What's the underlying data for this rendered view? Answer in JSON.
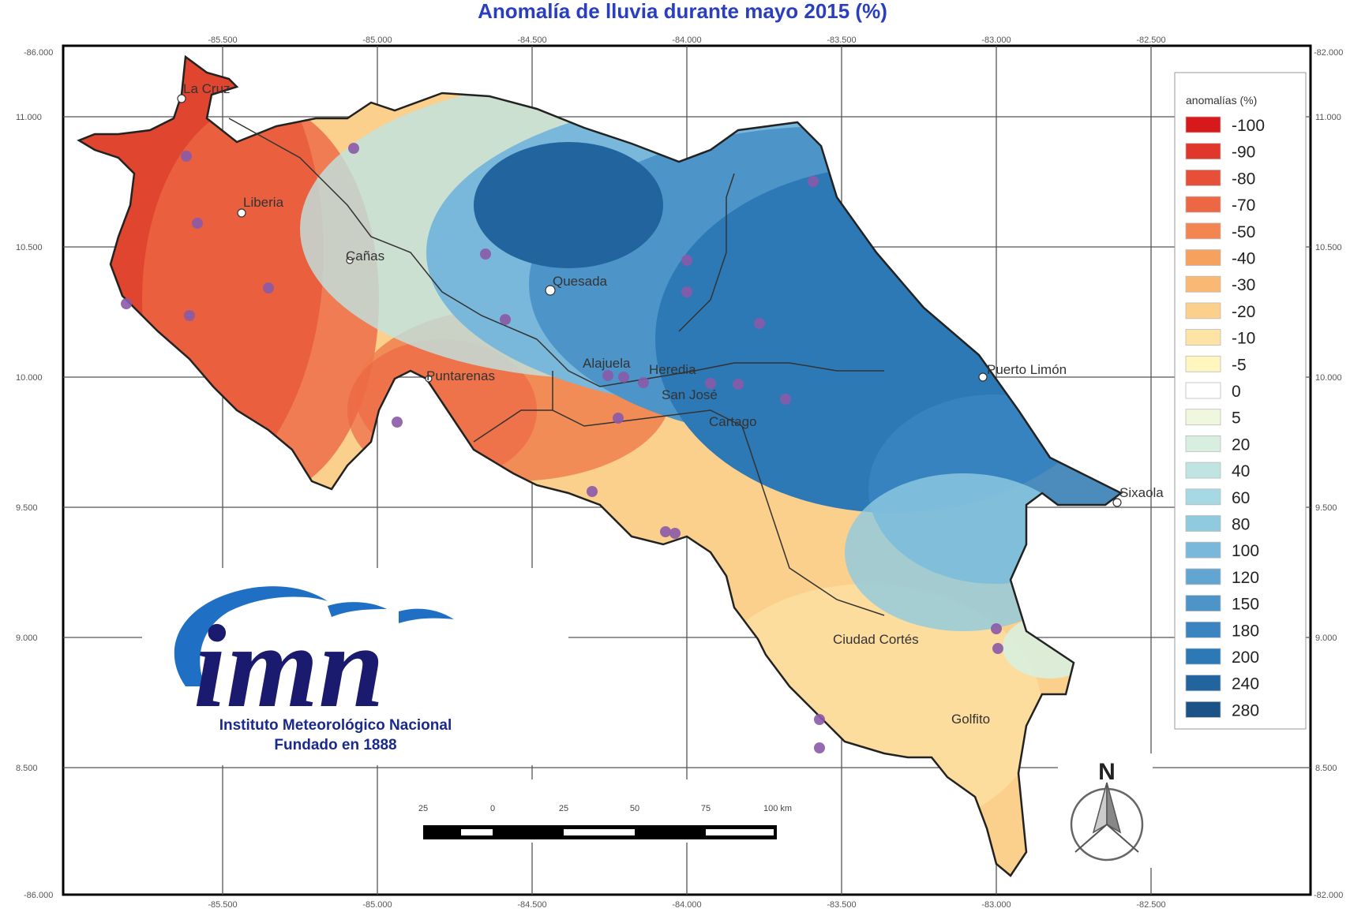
{
  "title": "Anomalía de lluvia durante mayo 2015 (%)",
  "axes": {
    "top_ticks": [
      "-85.500",
      "-85.000",
      "-84.500",
      "-84.000",
      "-83.500",
      "-83.000",
      "-82.500"
    ],
    "bottom_ticks": [
      "-85.500",
      "-85.000",
      "-84.500",
      "-84.000",
      "-83.500",
      "-83.000",
      "-82.500"
    ],
    "left_ticks": [
      "11.000",
      "10.500",
      "10.000",
      "9.500",
      "9.000",
      "8.500"
    ],
    "right_ticks": [
      "11.000",
      "10.500",
      "10.000",
      "9.500",
      "9.000",
      "8.500"
    ],
    "corner_top_left": "-86.000",
    "corner_top_right": "-82.000",
    "corner_bottom_left": "-86.000",
    "corner_bottom_right": "-82.000"
  },
  "cities": [
    {
      "name": "La Cruz"
    },
    {
      "name": "Liberia"
    },
    {
      "name": "Cañas"
    },
    {
      "name": "Quesada"
    },
    {
      "name": "Puntarenas"
    },
    {
      "name": "Alajuela"
    },
    {
      "name": "Heredia"
    },
    {
      "name": "San José"
    },
    {
      "name": "Cartago"
    },
    {
      "name": "Puerto Limón"
    },
    {
      "name": "Sixaola"
    },
    {
      "name": "Ciudad Cortés"
    },
    {
      "name": "Golfito"
    }
  ],
  "legend": {
    "title": "anomalías (%)",
    "items": [
      {
        "label": "-100",
        "color": "#d7191c"
      },
      {
        "label": "-90",
        "color": "#e0362b"
      },
      {
        "label": "-80",
        "color": "#e64f38"
      },
      {
        "label": "-70",
        "color": "#ec6744"
      },
      {
        "label": "-50",
        "color": "#f38650"
      },
      {
        "label": "-40",
        "color": "#f7a15f"
      },
      {
        "label": "-30",
        "color": "#f9b874"
      },
      {
        "label": "-20",
        "color": "#fbcf8c"
      },
      {
        "label": "-10",
        "color": "#fde3a4"
      },
      {
        "label": "-5",
        "color": "#fef5bf"
      },
      {
        "label": "0",
        "color": "#ffffff"
      },
      {
        "label": "5",
        "color": "#eff8df"
      },
      {
        "label": "20",
        "color": "#d8eedf"
      },
      {
        "label": "40",
        "color": "#c0e4e2"
      },
      {
        "label": "60",
        "color": "#a6d9e3"
      },
      {
        "label": "80",
        "color": "#8fcae1"
      },
      {
        "label": "100",
        "color": "#79b8da"
      },
      {
        "label": "120",
        "color": "#62a5d1"
      },
      {
        "label": "150",
        "color": "#4d94c9"
      },
      {
        "label": "180",
        "color": "#3984c1"
      },
      {
        "label": "200",
        "color": "#2c79b6"
      },
      {
        "label": "240",
        "color": "#22649e"
      },
      {
        "label": "280",
        "color": "#1b5288"
      }
    ]
  },
  "scale_bar": {
    "labels": [
      "25",
      "0",
      "25",
      "50",
      "75",
      "100 km"
    ]
  },
  "north_arrow": {
    "label": "N"
  },
  "logo": {
    "word": "imn",
    "line1": "Instituto Meteorológico Nacional",
    "line2": "Fundado en 1888"
  }
}
